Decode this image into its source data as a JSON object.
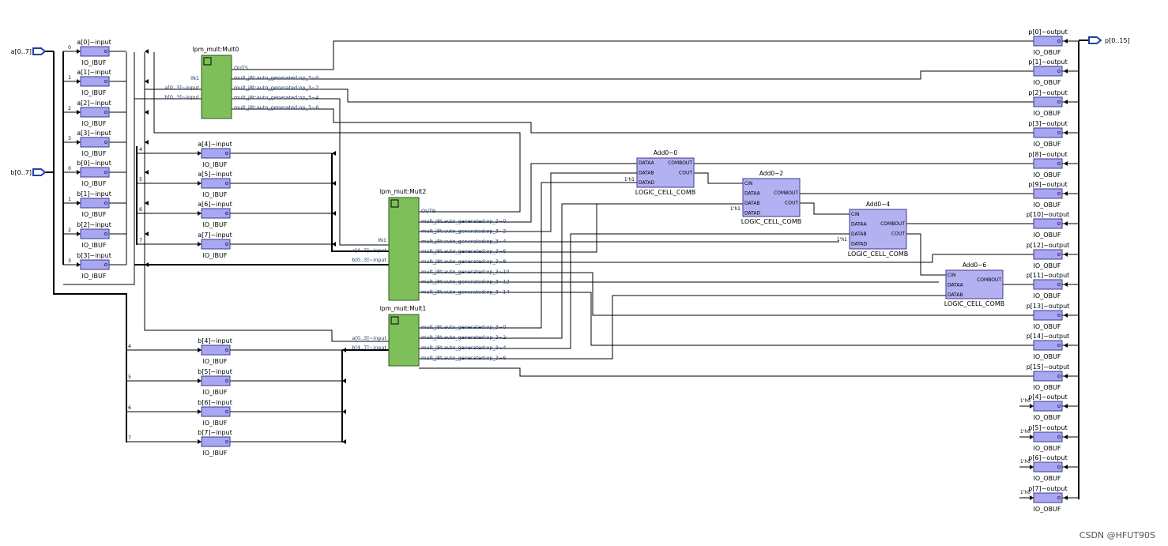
{
  "ports": {
    "a_in": "a[0..7]",
    "b_in": "b[0..7]",
    "p_out": "p[0..15]"
  },
  "ibuf_type": "IO_IBUF",
  "obuf_type": "IO_OBUF",
  "inputs_left": [
    "a[0]~input",
    "a[1]~input",
    "a[2]~input",
    "a[3]~input",
    "b[0]~input",
    "b[1]~input",
    "b[2]~input",
    "b[3]~input"
  ],
  "inputs_left_bits": [
    "0",
    "1",
    "2",
    "3",
    "0",
    "1",
    "2",
    "3"
  ],
  "inputs_mid_a": [
    "a[4]~input",
    "a[5]~input",
    "a[6]~input",
    "a[7]~input"
  ],
  "inputs_mid_a_bits": [
    "4",
    "5",
    "6",
    "7"
  ],
  "inputs_mid_b": [
    "b[4]~input",
    "b[5]~input",
    "b[6]~input",
    "b[7]~input"
  ],
  "inputs_mid_b_bits": [
    "4",
    "5",
    "6",
    "7"
  ],
  "outputs": [
    "p[0]~output",
    "p[1]~output",
    "p[2]~output",
    "p[3]~output",
    "p[8]~output",
    "p[9]~output",
    "p[10]~output",
    "p[12]~output",
    "p[11]~output",
    "p[13]~output",
    "p[14]~output",
    "p[15]~output",
    "p[4]~output",
    "p[5]~output",
    "p[6]~output",
    "p[7]~output"
  ],
  "const_zero": "1'h0",
  "const_one": "1'h1",
  "mult0": {
    "title": "lpm_mult:Mult0",
    "in_label": "IN1",
    "inputs": [
      "a[0..3]~input",
      "b[0..3]~input"
    ],
    "outputs": [
      "OUT5",
      "mult_j8t:auto_generated:op_3~0",
      "mult_j8t:auto_generated:op_3~2",
      "mult_j8t:auto_generated:op_3~4",
      "mult_j8t:auto_generated:op_3~6"
    ]
  },
  "mult2": {
    "title": "lpm_mult:Mult2",
    "in_label": "IN1",
    "inputs": [
      "a[4..7]~input",
      "b[0..3]~input"
    ],
    "outputs": [
      "OUT9",
      "mult_j8t:auto_generated:op_3~0",
      "mult_j8t:auto_generated:op_3~2",
      "mult_j8t:auto_generated:op_3~4",
      "mult_j8t:auto_generated:op_3~6",
      "mult_j8t:auto_generated:op_3~8",
      "mult_j8t:auto_generated:op_3~10",
      "mult_j8t:auto_generated:op_3~12",
      "mult_j8t:auto_generated:op_3~14"
    ]
  },
  "mult1": {
    "title": "lpm_mult:Mult1",
    "inputs": [
      "a[0..3]~input",
      "b[4..7]~input"
    ],
    "outputs": [
      "mult_j8t:auto_generated:op_3~0",
      "mult_j8t:auto_generated:op_3~2",
      "mult_j8t:auto_generated:op_3~4",
      "mult_j8t:auto_generated:op_3~6"
    ]
  },
  "adders": [
    {
      "title": "Add0~0",
      "type": "LOGIC_CELL_COMB",
      "inputs": [
        "DATAA",
        "DATAB",
        "DATAD"
      ],
      "outputs": [
        "COMBOUT",
        "COUT"
      ]
    },
    {
      "title": "Add0~2",
      "type": "LOGIC_CELL_COMB",
      "inputs": [
        "CIN",
        "DATAA",
        "DATAB",
        "DATAD"
      ],
      "outputs": [
        "COMBOUT",
        "COUT"
      ]
    },
    {
      "title": "Add0~4",
      "type": "LOGIC_CELL_COMB",
      "inputs": [
        "CIN",
        "DATAA",
        "DATAB",
        "DATAD"
      ],
      "outputs": [
        "COMBOUT",
        "COUT"
      ]
    },
    {
      "title": "Add0~6",
      "type": "LOGIC_CELL_COMB",
      "inputs": [
        "CIN",
        "DATAA",
        "DATAB"
      ],
      "outputs": [
        "COMBOUT"
      ]
    }
  ],
  "watermark": "CSDN @HFUT90S",
  "colors": {
    "buffer_fill": "#a9a7f2",
    "buffer_stroke": "#3b3b8c",
    "mult_fill": "#7fbf5a",
    "adder_fill": "#b4b1f2",
    "wire": "#000000",
    "port": "#1f3fa8",
    "pin_text": "#1f3c6e"
  }
}
